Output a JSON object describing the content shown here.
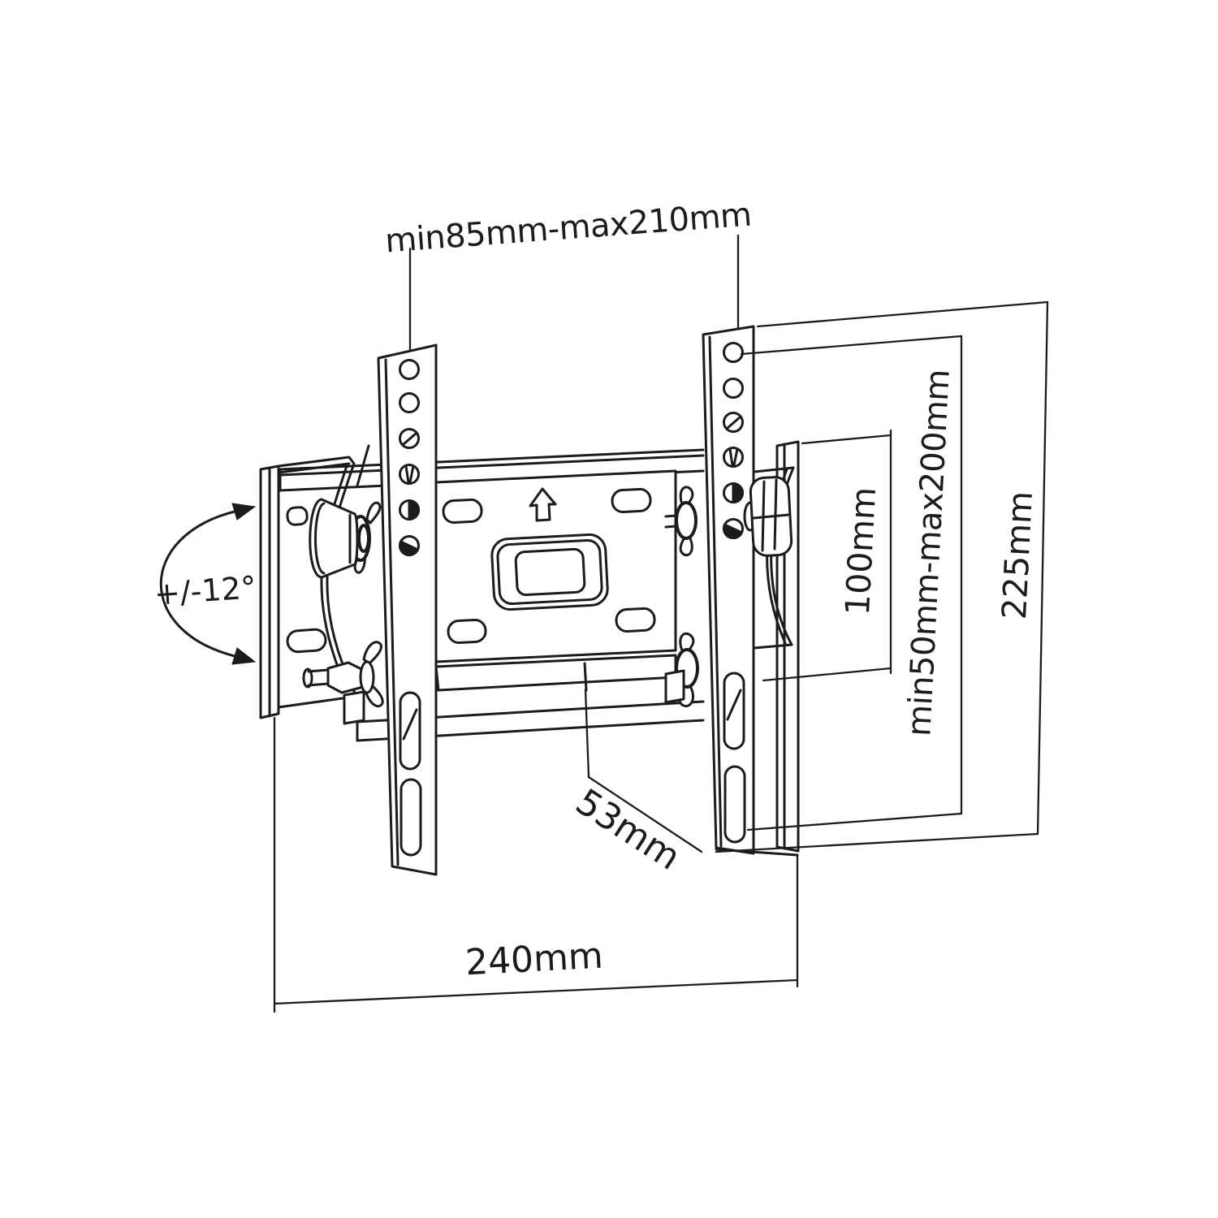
{
  "drawing": {
    "subject": "Tilting TV wall-mount bracket technical dimension drawing",
    "background_color": "#ffffff",
    "stroke_color": "#1c1c1c",
    "labels": {
      "top_width": "min85mm-max210mm",
      "tilt": "+/-12°",
      "inner_height": "100mm",
      "vesa_range": "min50mm-max200mm",
      "overall_height": "225mm",
      "depth": "53mm",
      "overall_width": "240mm"
    }
  }
}
